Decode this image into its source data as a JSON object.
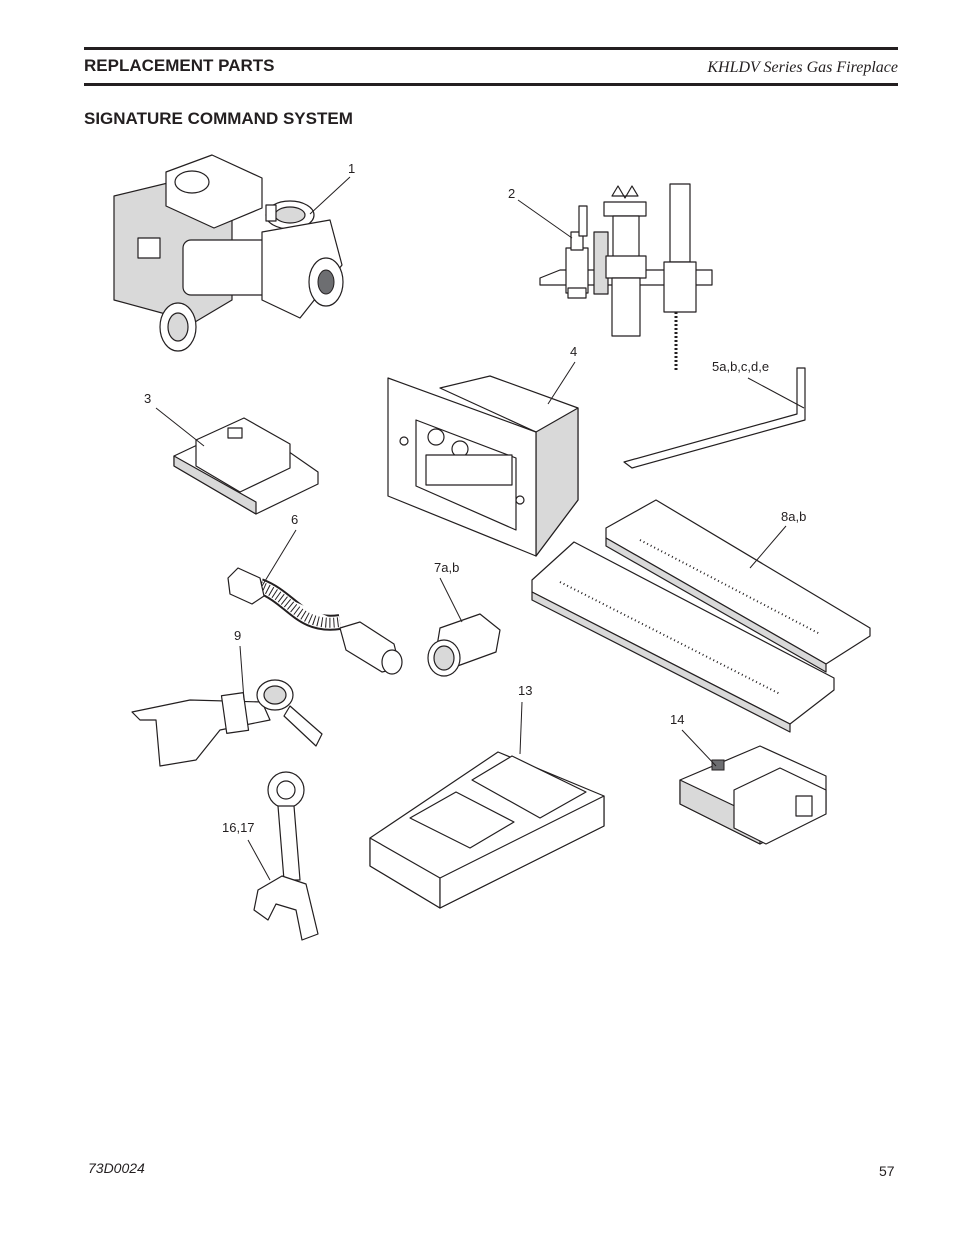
{
  "header": {
    "section_title": "REPLACEMENT PARTS",
    "product_title": "KHLDV Series Gas Fireplace"
  },
  "diagram": {
    "title": "SIGNATURE COMMAND SYSTEM",
    "callouts": [
      {
        "id": "1",
        "label": "1"
      },
      {
        "id": "2",
        "label": "2"
      },
      {
        "id": "3",
        "label": "3"
      },
      {
        "id": "4",
        "label": "4"
      },
      {
        "id": "5",
        "label": "5a,b,c,d,e"
      },
      {
        "id": "6",
        "label": "6"
      },
      {
        "id": "7",
        "label": "7a,b"
      },
      {
        "id": "8",
        "label": "8a,b"
      },
      {
        "id": "9",
        "label": "9"
      },
      {
        "id": "13",
        "label": "13"
      },
      {
        "id": "14",
        "label": "14"
      },
      {
        "id": "16",
        "label": "16,17"
      }
    ]
  },
  "footer": {
    "doc_code": "73D0024",
    "page_number": "57"
  }
}
